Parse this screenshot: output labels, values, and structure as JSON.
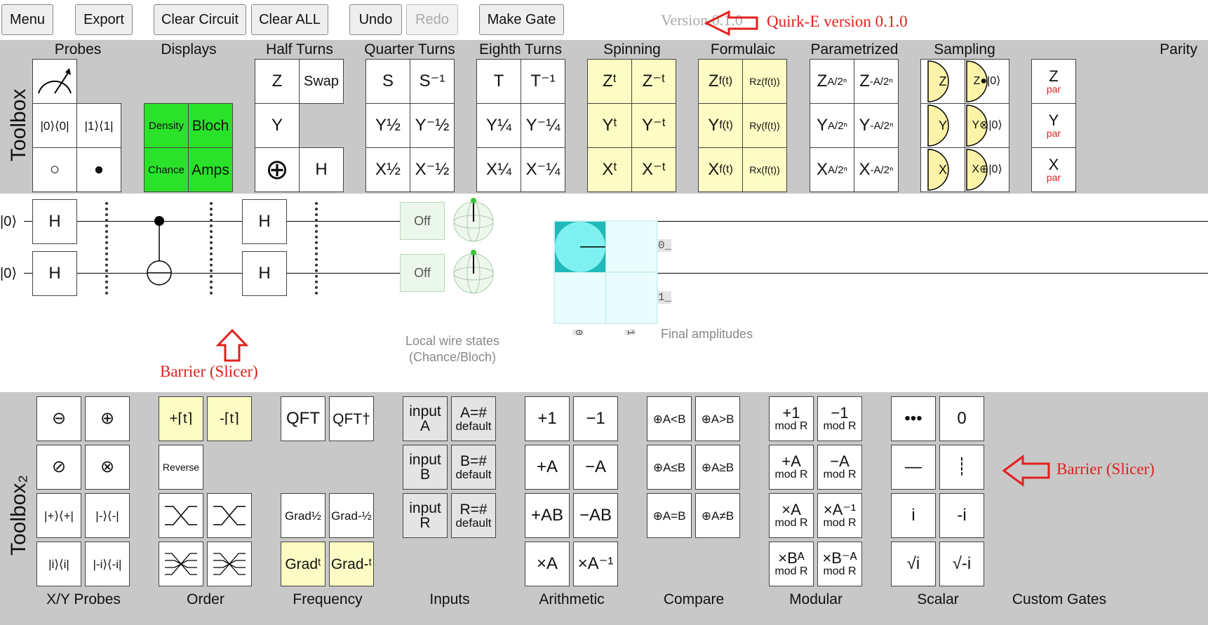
{
  "toolbar": {
    "menu": "Menu",
    "export": "Export",
    "clear_circuit": "Clear Circuit",
    "clear_all": "Clear ALL",
    "undo": "Undo",
    "redo": "Redo",
    "make_gate": "Make Gate",
    "version": "Version 0.1.0"
  },
  "annotations": {
    "version_note": "Quirk-E version 0.1.0",
    "barrier_note_circuit": "Barrier (Slicer)",
    "barrier_note_toolbox": "Barrier (Slicer)"
  },
  "toolbox1": {
    "title": "Toolbox",
    "groups": {
      "probes": "Probes",
      "displays": "Displays",
      "half": "Half Turns",
      "quarter": "Quarter Turns",
      "eighth": "Eighth Turns",
      "spinning": "Spinning",
      "formulaic": "Formulaic",
      "parametrized": "Parametrized",
      "sampling": "Sampling",
      "parity": "Parity"
    },
    "probes": {
      "p0": "|0⟩⟨0|",
      "p1": "|1⟩⟨1|",
      "off": "○",
      "on": "●"
    },
    "displays": {
      "density": "Density",
      "bloch": "Bloch",
      "chance": "Chance",
      "amps": "Amps"
    },
    "half": {
      "z": "Z",
      "swap": "Swap",
      "y": "Y",
      "x": "⊕",
      "h": "H"
    },
    "quarter": {
      "s": "S",
      "s_inv": "S⁻¹",
      "y_half": "Y½",
      "y_mhalf": "Y⁻½",
      "x_half": "X½",
      "x_mhalf": "X⁻½"
    },
    "eighth": {
      "t": "T",
      "t_inv": "T⁻¹",
      "y_q": "Y¼",
      "y_mq": "Y⁻¼",
      "x_q": "X¼",
      "x_mq": "X⁻¼"
    },
    "spinning": {
      "zt": "Zᵗ",
      "zmt": "Z⁻ᵗ",
      "yt": "Yᵗ",
      "ymt": "Y⁻ᵗ",
      "xt": "Xᵗ",
      "xmt": "X⁻ᵗ"
    },
    "formulaic": {
      "zf": "Z",
      "zf_sup": "f(t)",
      "rz": "Rz(f(t))",
      "yf": "Y",
      "yf_sup": "f(t)",
      "ry": "Ry(f(t))",
      "xf": "X",
      "xf_sup": "f(t)",
      "rx": "Rx(f(t))"
    },
    "parametrized": {
      "z1": "Z",
      "z1_sup": "A/2ⁿ",
      "z2": "Z",
      "z2_sup": "-A/2ⁿ",
      "y1": "Y",
      "y1_sup": "A/2ⁿ",
      "y2": "Y",
      "y2_sup": "-A/2ⁿ",
      "x1": "X",
      "x1_sup": "A/2ⁿ",
      "x2": "X",
      "x2_sup": "-A/2ⁿ"
    },
    "sampling": {
      "z": "Z",
      "z_post": "Z●|0⟩",
      "y": "Y",
      "y_post": "Y⊗|0⟩",
      "x": "X",
      "x_post": "X⊕|0⟩"
    },
    "parity": {
      "z": "Z",
      "y": "Y",
      "x": "X",
      "par": "par"
    }
  },
  "circuit": {
    "wire_labels": [
      "|0⟩",
      "|0⟩"
    ],
    "h": "H",
    "off": "Off",
    "local_caption_1": "Local wire states",
    "local_caption_2": "(Chance/Bloch)",
    "final_amplitudes": "Final amplitudes",
    "amp_labels": [
      "0_",
      "1_"
    ],
    "amp_col_labels": [
      "0",
      "1"
    ],
    "colors": {
      "amp_fill": "#7ff0f0",
      "bloch_dot": "#39c339"
    }
  },
  "toolbox2": {
    "title": "Toolbox₂",
    "groups": {
      "xy": "X/Y Probes",
      "order": "Order",
      "frequency": "Frequency",
      "inputs": "Inputs",
      "arith": "Arithmetic",
      "compare": "Compare",
      "modular": "Modular",
      "scalar": "Scalar",
      "custom": "Custom Gates"
    },
    "xy": {
      "a": "⊖",
      "b": "⊕",
      "c": "⊘",
      "d": "⊗",
      "e": "|+⟩⟨+|",
      "f": "|-⟩⟨-|",
      "g": "|i⟩⟨i|",
      "h": "|-i⟩⟨-i|"
    },
    "order": {
      "inc": "+⌈t⌉",
      "dec": "-⌈t⌉",
      "reverse": "Reverse"
    },
    "freq": {
      "qft": "QFT",
      "qft_dag": "QFT†",
      "grad_h": "Grad½",
      "grad_mh": "Grad-½",
      "grad_t": "Gradᵗ",
      "grad_mt": "Grad-ᵗ"
    },
    "inputs": {
      "ia": "input",
      "ia2": "A",
      "a_def": "A=#",
      "def": "default",
      "ib": "input",
      "ib2": "B",
      "b_def": "B=#",
      "ir": "input",
      "ir2": "R",
      "r_def": "R=#"
    },
    "arith": {
      "p1": "+1",
      "m1": "−1",
      "pa": "+A",
      "ma": "−A",
      "pab": "+AB",
      "mab": "−AB",
      "xa": "×A",
      "xa_inv": "×A⁻¹"
    },
    "compare": {
      "lt": "⊕A<B",
      "gt": "⊕A>B",
      "le": "⊕A≤B",
      "ge": "⊕A≥B",
      "eq": "⊕A=B",
      "ne": "⊕A≠B"
    },
    "modular": {
      "p1": "+1",
      "m1": "−1",
      "pa": "+A",
      "ma": "−A",
      "xa": "×A",
      "xa_inv": "×A⁻¹",
      "xb": "×Bᴬ",
      "xb_inv": "×B⁻ᴬ",
      "mod": "mod R"
    },
    "scalar": {
      "dots": "•••",
      "zero": "0",
      "dash": "—",
      "vdots": "┊",
      "i": "i",
      "mi": "-i",
      "si": "√i",
      "smi": "√-i"
    }
  }
}
